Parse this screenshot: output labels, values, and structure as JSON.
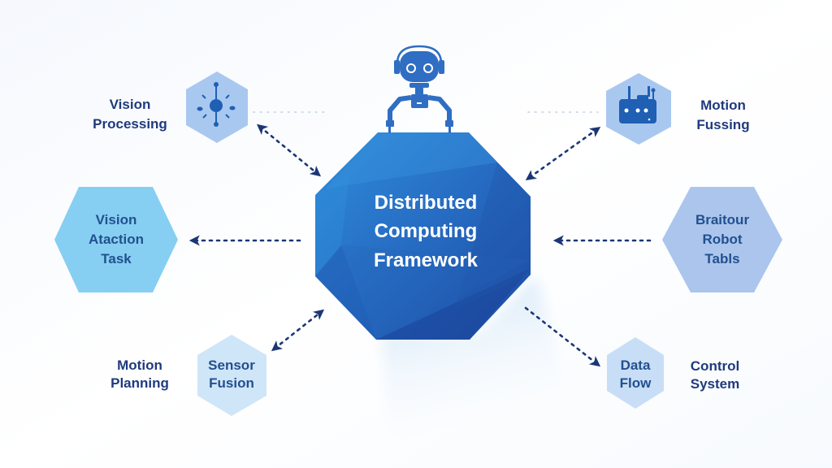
{
  "diagram": {
    "center": {
      "lines": [
        "Distributed",
        "Computing",
        "Framework"
      ],
      "icon": "robot-arm-icon"
    },
    "nodes": [
      {
        "id": "vision-processing",
        "lines": [
          "Vision",
          "Processing"
        ],
        "label_position": "outside-left",
        "icon": "network-node-icon"
      },
      {
        "id": "motion-fussing",
        "lines": [
          "Motion",
          "Fussing"
        ],
        "label_position": "outside-right",
        "icon": "router-device-icon"
      },
      {
        "id": "vision-ataction-task",
        "lines": [
          "Vision",
          "Ataction",
          "Task"
        ],
        "label_position": "inside"
      },
      {
        "id": "braitour-robot-tabls",
        "lines": [
          "Braitour",
          "Robot",
          "Tabls"
        ],
        "label_position": "inside"
      },
      {
        "id": "sensor-fusion",
        "lines": [
          "Sensor",
          "Fusion"
        ],
        "label_position": "inside"
      },
      {
        "id": "data-flow",
        "lines": [
          "Data",
          "Flow"
        ],
        "label_position": "inside"
      }
    ],
    "side_labels": [
      {
        "id": "motion-planning",
        "lines": [
          "Motion",
          "Planning"
        ]
      },
      {
        "id": "control-system",
        "lines": [
          "Control",
          "System"
        ]
      }
    ],
    "connections": [
      {
        "from": "center",
        "to": "vision-processing",
        "direction": "bidirectional",
        "style": "dashed"
      },
      {
        "from": "center",
        "to": "motion-fussing",
        "direction": "bidirectional",
        "style": "dashed"
      },
      {
        "from": "center",
        "to": "vision-ataction-task",
        "direction": "to-node",
        "style": "dashed"
      },
      {
        "from": "braitour-robot-tabls",
        "to": "center",
        "direction": "to-center",
        "style": "dashed"
      },
      {
        "from": "center",
        "to": "sensor-fusion",
        "direction": "bidirectional",
        "style": "dashed"
      },
      {
        "from": "center",
        "to": "data-flow",
        "direction": "to-node",
        "style": "dashed"
      }
    ],
    "colors": {
      "center_light": "#2d87d7",
      "center_dark": "#1f4fa6",
      "text_dark": "#1f3a7d",
      "arrow": "#1b3675",
      "hex_light_blue": "#a9c8f0",
      "hex_cyan": "#86cff2",
      "hex_pale": "#cfe5f8"
    }
  }
}
